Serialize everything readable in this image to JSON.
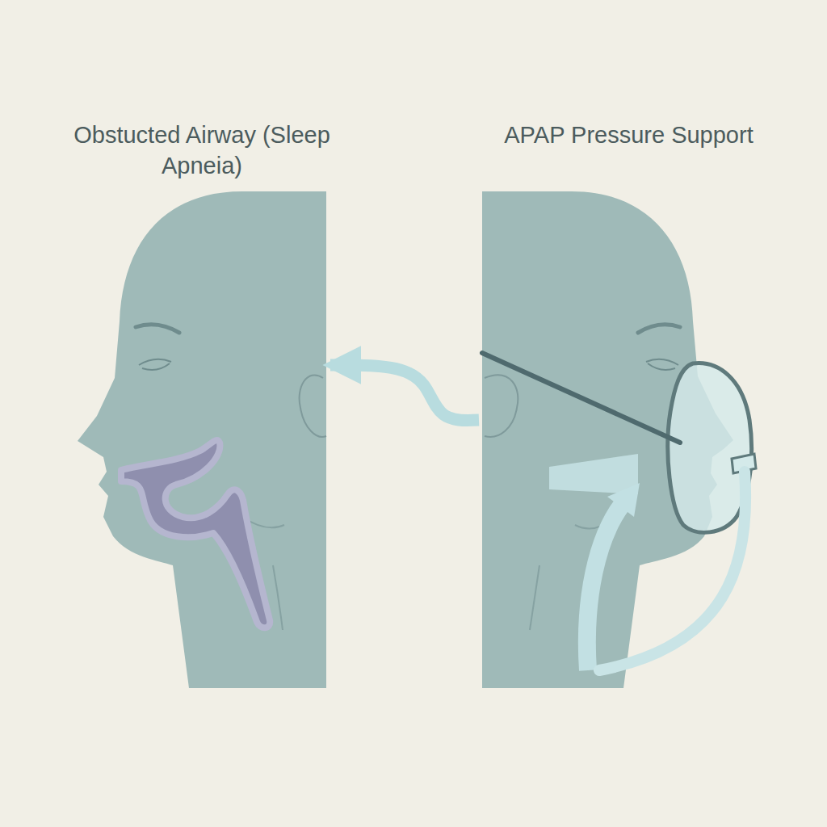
{
  "diagram": {
    "nodes": [
      {
        "text": [
          "Obstucted Airway (Sleep Apneia)"
        ]
      },
      {
        "text": [
          "APAP Pressure Support"
        ]
      }
    ],
    "edges": [
      {
        "from": 1,
        "to": 0,
        "arrow": "to"
      }
    ]
  }
}
